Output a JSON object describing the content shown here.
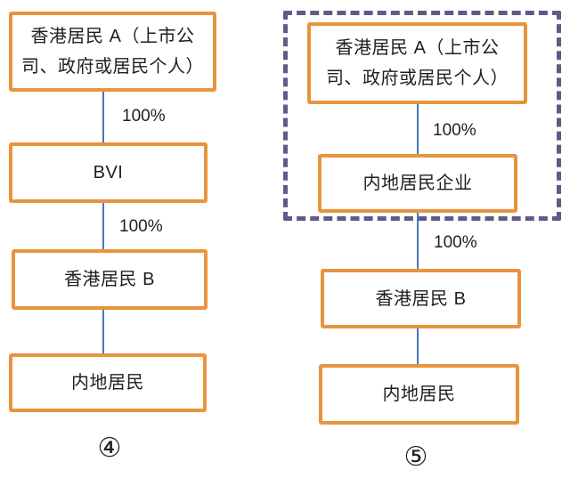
{
  "colors": {
    "node_border": "#E8943D",
    "connector": "#4678BE",
    "group_border": "#5F5A86",
    "text": "#1F1F1F"
  },
  "left_diagram": {
    "caption": "④",
    "nodes": [
      {
        "id": "hk-resident-a",
        "label": "香港居民 A（上市公司、政府或居民个人）"
      },
      {
        "id": "bvi",
        "label": "BVI"
      },
      {
        "id": "hk-resident-b",
        "label": "香港居民 B"
      },
      {
        "id": "mainland-resident",
        "label": "内地居民"
      }
    ],
    "edges": [
      {
        "from": "hk-resident-a",
        "to": "bvi",
        "label": "100%"
      },
      {
        "from": "bvi",
        "to": "hk-resident-b",
        "label": "100%"
      },
      {
        "from": "hk-resident-b",
        "to": "mainland-resident",
        "label": ""
      }
    ]
  },
  "right_diagram": {
    "caption": "⑤",
    "nodes": [
      {
        "id": "hk-resident-a",
        "label": "香港居民 A（上市公司、政府或居民个人）"
      },
      {
        "id": "mainland-resident-enterprise",
        "label": "内地居民企业"
      },
      {
        "id": "hk-resident-b",
        "label": "香港居民 B"
      },
      {
        "id": "mainland-resident",
        "label": "内地居民"
      }
    ],
    "edges": [
      {
        "from": "hk-resident-a",
        "to": "mainland-resident-enterprise",
        "label": "100%"
      },
      {
        "from": "mainland-resident-enterprise",
        "to": "hk-resident-b",
        "label": "100%"
      },
      {
        "from": "hk-resident-b",
        "to": "mainland-resident",
        "label": ""
      }
    ],
    "group": {
      "contains": [
        "hk-resident-a",
        "mainland-resident-enterprise"
      ]
    }
  }
}
